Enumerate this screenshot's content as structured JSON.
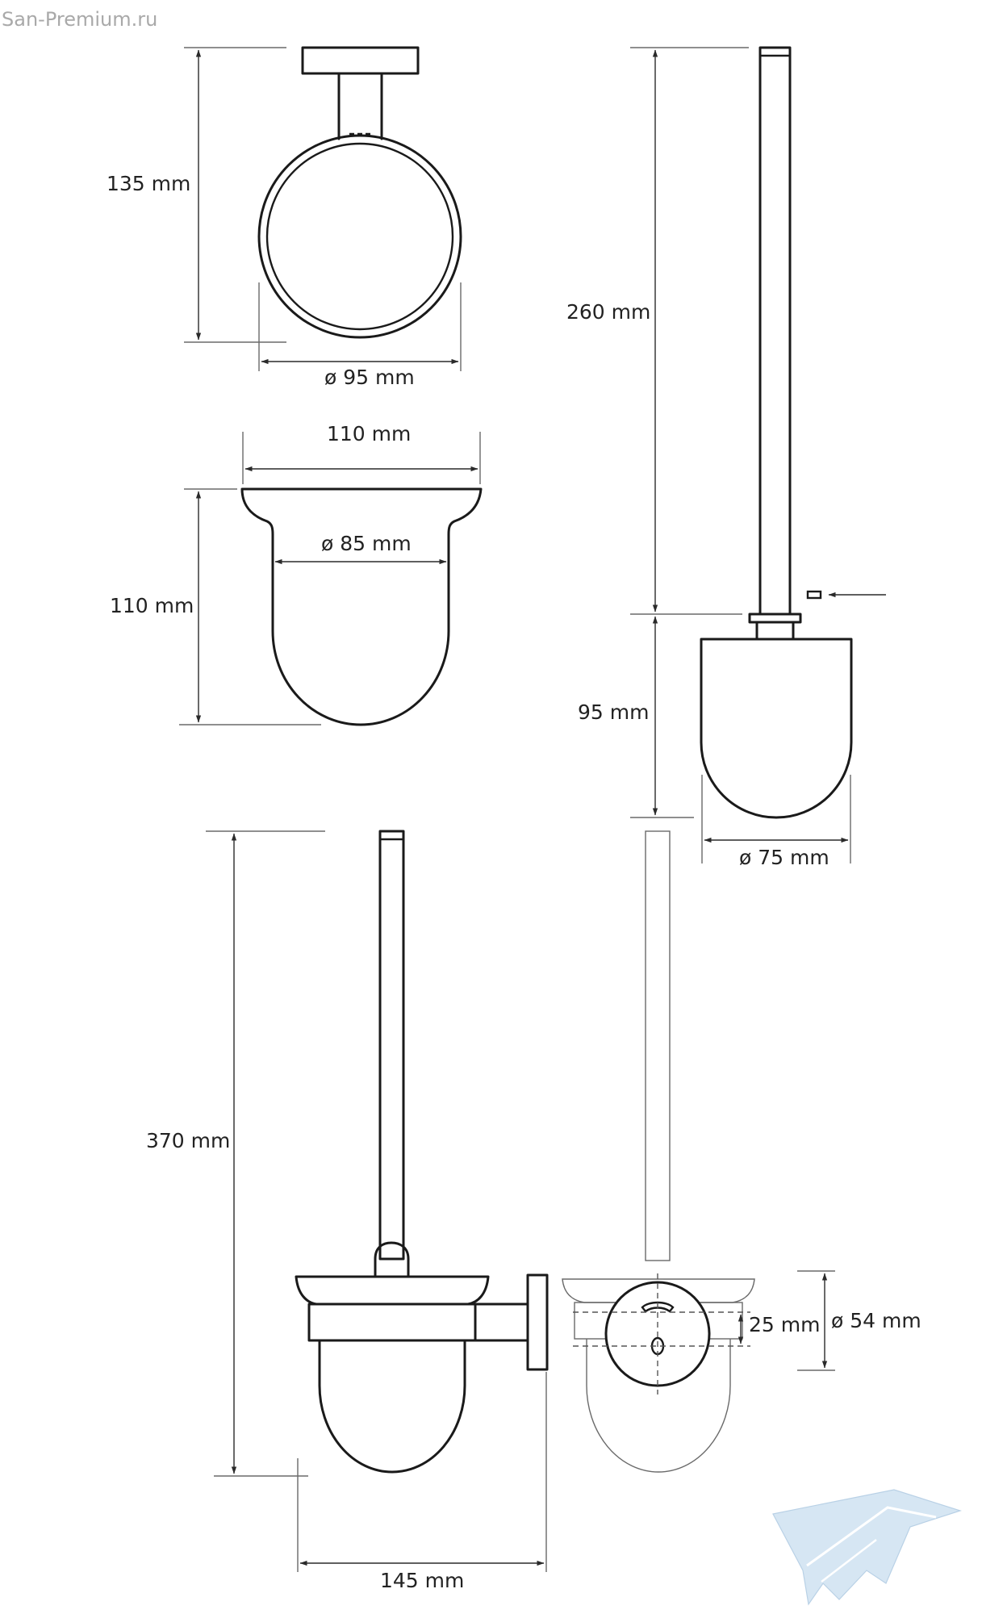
{
  "watermark": "San-Premium.ru",
  "dimensions": {
    "holder_height": "135 mm",
    "holder_ring_diameter": "ø 95 mm",
    "cup_width": "110 mm",
    "cup_inner_diameter": "ø 85 mm",
    "cup_height": "110 mm",
    "handle_length": "260 mm",
    "brush_head_height": "95 mm",
    "brush_head_diameter": "ø 75 mm",
    "total_height": "370 mm",
    "total_depth": "145 mm",
    "mount_offset": "25 mm",
    "flange_diameter": "ø 54 mm"
  },
  "logo_icon": "wave-logo-icon",
  "colors": {
    "line": "#1a1a1a",
    "label": "#222222",
    "watermark": "#a9a9a9",
    "logo": "#d6e6f3"
  }
}
